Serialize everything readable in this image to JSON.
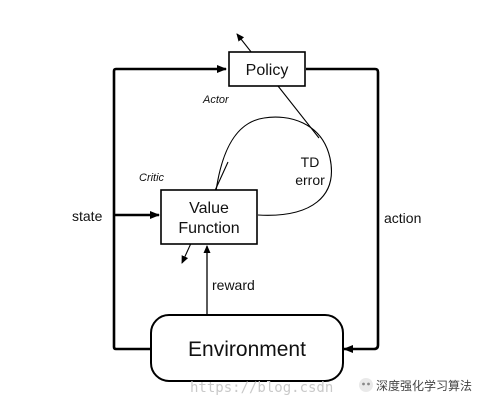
{
  "nodes": {
    "policy": "Policy",
    "value_function_line1": "Value",
    "value_function_line2": "Function",
    "environment": "Environment"
  },
  "labels": {
    "actor": "Actor",
    "critic": "Critic",
    "td_line1": "TD",
    "td_line2": "error",
    "state": "state",
    "action": "action",
    "reward": "reward"
  },
  "watermark": {
    "url": "https://blog.csdn",
    "brand": "深度强化学习算法"
  },
  "colors": {
    "stroke": "#000000",
    "text": "#111111",
    "background": "#ffffff"
  }
}
